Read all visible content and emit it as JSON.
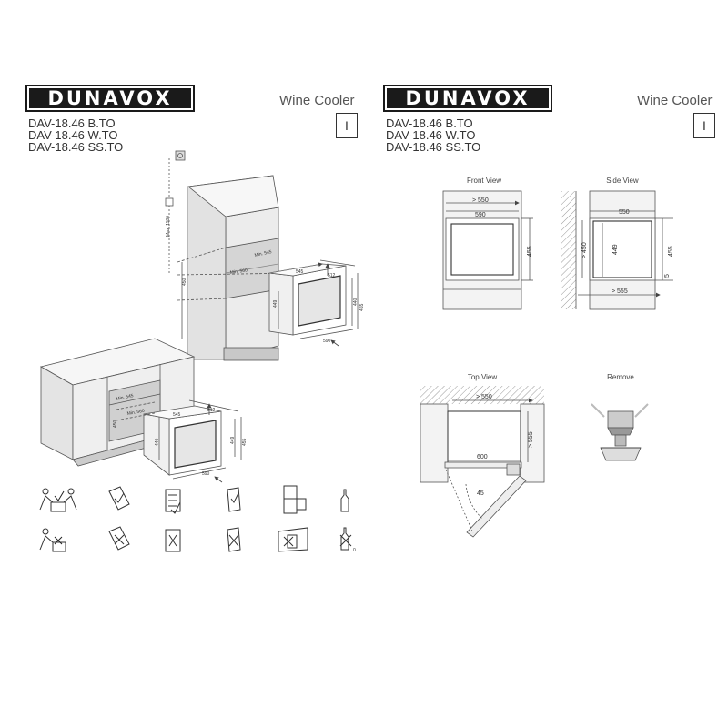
{
  "brand": "DUNAVOX",
  "doc_title": "Wine Cooler",
  "section_mark": "I",
  "models": [
    "DAV-18.46 B.TO",
    "DAV-18.46 W.TO",
    "DAV-18.46 SS.TO"
  ],
  "left_page": {
    "cabinet_dims": {
      "max_height": "Max. 1180",
      "min_545": "Min. 545",
      "min_560": "Min. 560",
      "open_450": "450",
      "unit_545": "545",
      "unit_512": "512",
      "unit_590": "590",
      "unit_449": "449",
      "unit_440": "440",
      "unit_455": "455"
    },
    "counter_dims": {
      "min_545": "Min. 545",
      "min_560": "Min. 560",
      "open_450": "450",
      "unit_545": "545",
      "unit_512": "512",
      "unit_590": "590",
      "unit_440": "440",
      "unit_455": "455",
      "unit_449": "449"
    }
  },
  "views": {
    "front": {
      "title": "Front View",
      "gt550": "> 550",
      "w590": "590",
      "h455": "455"
    },
    "side": {
      "title": "Side View",
      "w550": "550",
      "gt450": "> 450",
      "h449": "449",
      "h455": "455",
      "gap5": "5",
      "gt555": "> 555"
    },
    "top": {
      "title": "Top View",
      "gt550": "> 550",
      "w600": "600",
      "gt555": "> 555",
      "angle45": "45"
    },
    "remove": {
      "title": "Remove"
    }
  }
}
